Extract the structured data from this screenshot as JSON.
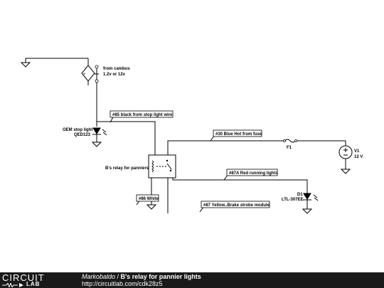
{
  "schematic": {
    "source": {
      "label": "from cambus",
      "value": "1.2v or 12v",
      "plus": "+",
      "minus": "-"
    },
    "stop_light": {
      "name": "OEM stop light",
      "part": "QED123"
    },
    "relay": {
      "label": "B's relay for panniers"
    },
    "fuse": {
      "label": "F1"
    },
    "battery": {
      "name": "V1",
      "value": "12 V"
    },
    "diode": {
      "name": "D1",
      "part": "LTL-307EE"
    },
    "tags": {
      "t85": "#85 black from stop light wire",
      "t30": "#30 Blue Hot from fuse",
      "t87a": "#87A Red running lights",
      "t86": "#86 White",
      "t87": "#87 Yellow..Brake strobe module"
    }
  },
  "footer": {
    "logo_top": "CIRCUIT",
    "logo_bottom": "LAB",
    "author": "Markobaldo",
    "separator": " / ",
    "title": "B's relay for pannier lights",
    "url": "http://circuitlab.com/cdk28z5"
  }
}
